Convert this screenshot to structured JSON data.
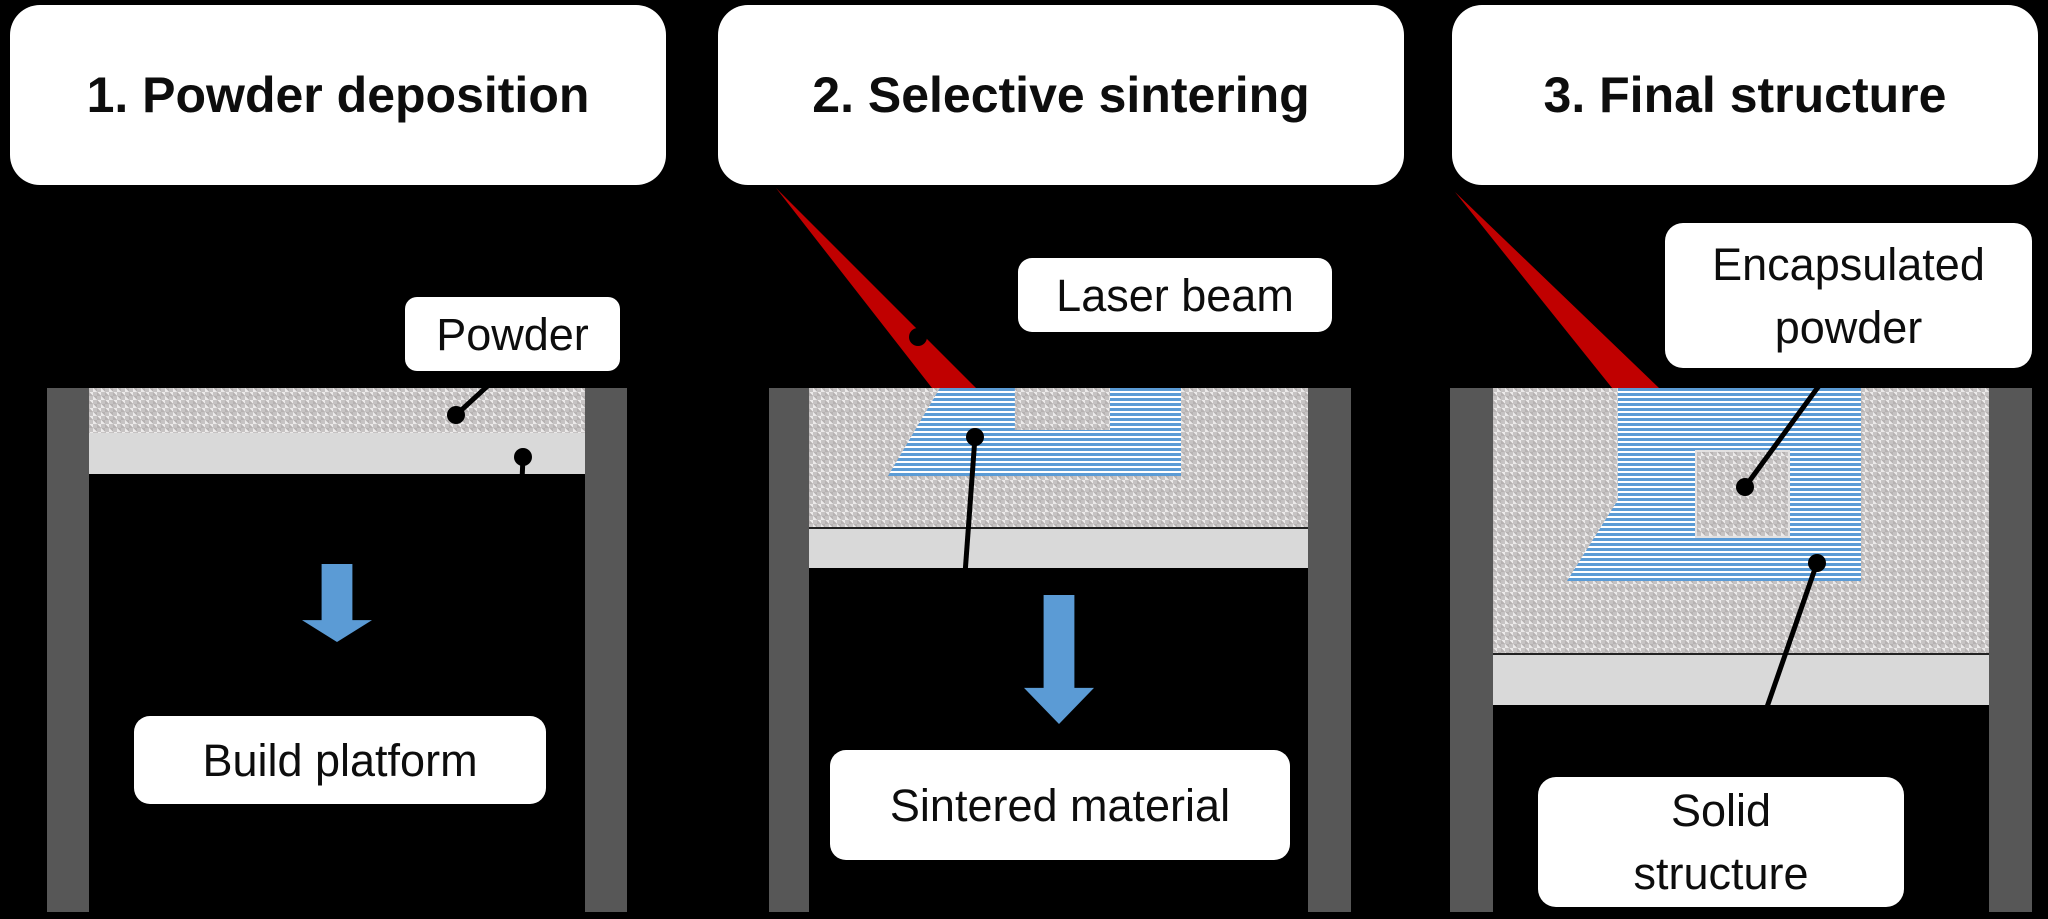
{
  "diagram": {
    "description": "Selective laser sintering process, three steps",
    "background_color": "#000000",
    "panels": [
      {
        "title": "1. Powder deposition",
        "labels": {
          "powder": "Powder",
          "build_platform": "Build platform"
        }
      },
      {
        "title": "2. Selective sintering",
        "labels": {
          "laser_beam": "Laser beam",
          "sintered_material": "Sintered material"
        }
      },
      {
        "title": "3. Final structure",
        "labels": {
          "encapsulated_line1": "Encapsulated",
          "encapsulated_line2": "powder",
          "solid_line1": "Solid",
          "solid_line2": "structure"
        }
      }
    ],
    "colors": {
      "laser_red": "#c00000",
      "sintered_hatch_blue": "#5b9bd5",
      "arrow_blue": "#5b9bd5",
      "wall_gray": "#575757",
      "platform_gray": "#d9d9d9",
      "powder_gray": "#c6c3c3",
      "label_background": "#ffffff",
      "text_color": "#0d0d0d"
    }
  }
}
